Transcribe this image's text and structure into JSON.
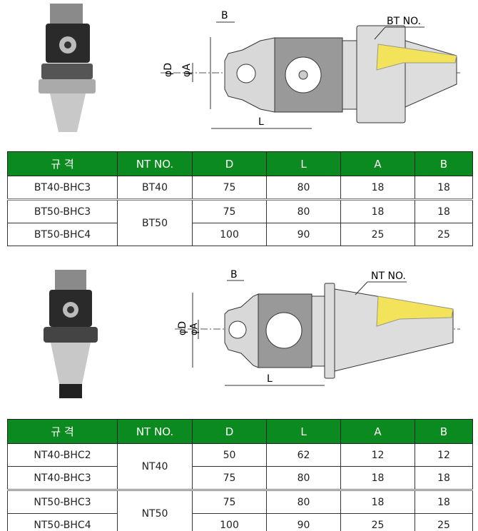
{
  "section1": {
    "drawing": {
      "labels": {
        "b": "B",
        "d": "φD",
        "a": "φA",
        "l": "L",
        "shank": "BT NO."
      }
    },
    "table": {
      "headers": [
        "규 격",
        "NT NO.",
        "D",
        "L",
        "A",
        "B"
      ],
      "rows": [
        {
          "model": "BT40-BHC3",
          "nt": "BT40",
          "d": "75",
          "l": "80",
          "a": "18",
          "b": "18"
        },
        {
          "model": "BT50-BHC3",
          "nt": "BT50",
          "d": "75",
          "l": "80",
          "a": "18",
          "b": "18"
        },
        {
          "model": "BT50-BHC4",
          "d": "100",
          "l": "90",
          "a": "25",
          "b": "25"
        }
      ]
    }
  },
  "section2": {
    "drawing": {
      "labels": {
        "b": "B",
        "d": "φD",
        "a": "φA",
        "l": "L",
        "shank": "NT NO."
      }
    },
    "table": {
      "headers": [
        "규 격",
        "NT NO.",
        "D",
        "L",
        "A",
        "B"
      ],
      "rows": [
        {
          "model": "NT40-BHC2",
          "nt": "NT40",
          "d": "50",
          "l": "62",
          "a": "12",
          "b": "12"
        },
        {
          "model": "NT40-BHC3",
          "d": "75",
          "l": "80",
          "a": "18",
          "b": "18"
        },
        {
          "model": "NT50-BHC3",
          "nt": "NT50",
          "d": "75",
          "l": "80",
          "a": "18",
          "b": "18"
        },
        {
          "model": "NT50-BHC4",
          "d": "100",
          "l": "90",
          "a": "25",
          "b": "25"
        }
      ]
    }
  },
  "colors": {
    "header_green": "#0b8a1f",
    "hatch_yellow": "#f3e35a"
  }
}
